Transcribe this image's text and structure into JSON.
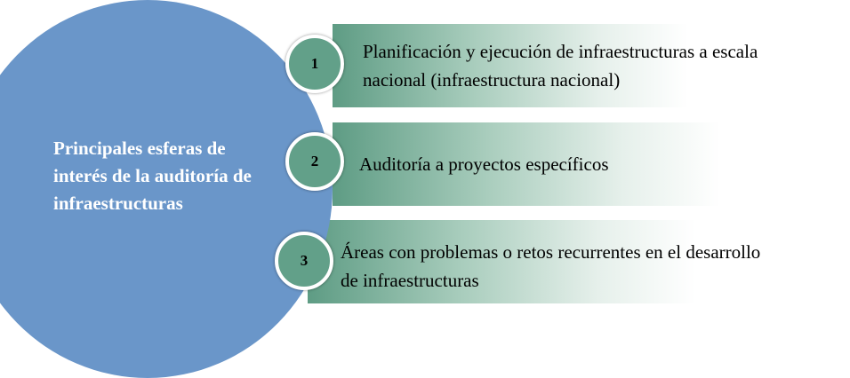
{
  "diagram": {
    "title": "Principales esferas de interés de la auditoría de infraestructuras",
    "items": [
      {
        "number": "1",
        "line1": "Planificación y ejecución de infraestructuras a escala",
        "line2": "nacional (infraestructura nacional)"
      },
      {
        "number": "2",
        "line1": "Auditoría a proyectos específicos",
        "line2": ""
      },
      {
        "number": "3",
        "line1": "Áreas con problemas o retos recurrentes en el desarrollo",
        "line2": "de infraestructuras"
      }
    ]
  },
  "colors": {
    "main_circle": "#6a96c9",
    "number_circle": "#62a089",
    "band_start": "#5e9c84",
    "band_end": "#ffffff"
  }
}
